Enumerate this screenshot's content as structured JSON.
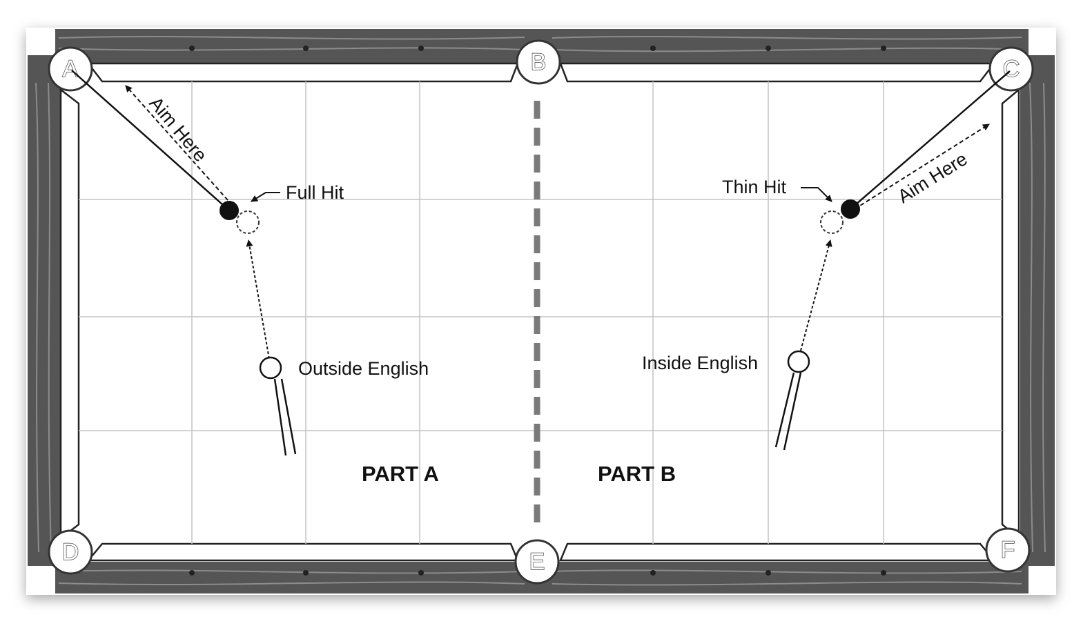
{
  "pockets": {
    "a": "A",
    "b": "B",
    "c": "C",
    "d": "D",
    "e": "E",
    "f": "F"
  },
  "labels": {
    "aim_here_left": "Aim Here",
    "full_hit": "Full Hit",
    "outside_english": "Outside English",
    "part_a": "PART A",
    "aim_here_right": "Aim Here",
    "thin_hit": "Thin Hit",
    "inside_english": "Inside English",
    "part_b": "PART B"
  },
  "colors": {
    "rail": "#555555",
    "grid": "#c4c4c4",
    "line": "#1a1a1a",
    "divider": "#7a7a7a"
  }
}
